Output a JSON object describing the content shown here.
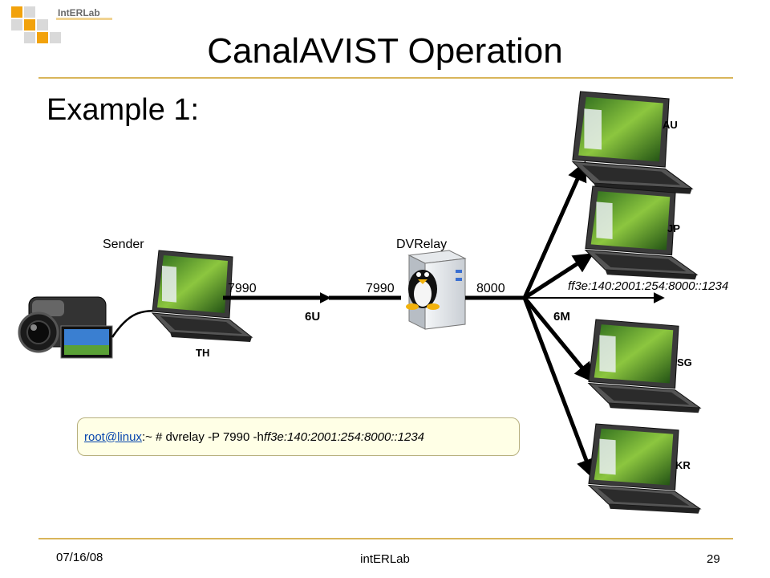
{
  "slide": {
    "title": "CanalAVIST Operation",
    "heading": "Example 1:"
  },
  "diagram": {
    "sender_label": "Sender",
    "relay_label": "DVRelay",
    "sender_name": "TH",
    "port_sender": "7990",
    "port_relay_in": "7990",
    "port_relay_out": "8000",
    "link_unicast": "6U",
    "link_multicast": "6M",
    "multicast_address": "ff3e:140:2001:254:8000::1234",
    "receivers": [
      "AU",
      "JP",
      "SG",
      "KR"
    ]
  },
  "command": {
    "user_link": "root@linux",
    "prompt": ":~ # dvrelay -P 7990 -h ",
    "address": "ff3e:140:2001:254:8000::1234"
  },
  "footer": {
    "date": "07/16/08",
    "org": "intERLab",
    "page": "29"
  },
  "logo": {
    "text": "IntERLab"
  },
  "colors": {
    "rule": "#d9b55a",
    "command_bg": "#ffffe6",
    "link": "#0645ad"
  }
}
